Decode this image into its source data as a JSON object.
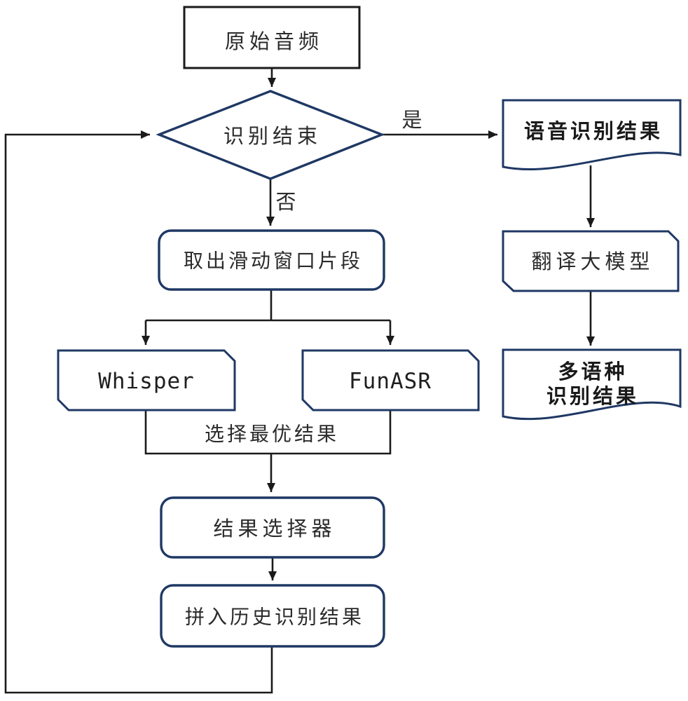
{
  "diagram": {
    "type": "flowchart",
    "nodes": {
      "original_audio": "原始音频",
      "recognition_end": "识别结束",
      "speech_result": "语音识别结果",
      "translation_model": "翻译大模型",
      "multilingual_line1": "多语种",
      "multilingual_line2": "识别结果",
      "extract_window": "取出滑动窗口片段",
      "whisper": "Whisper",
      "funasr": "FunASR",
      "result_selector": "结果选择器",
      "append_history": "拼入历史识别结果"
    },
    "edge_labels": {
      "yes": "是",
      "no": "否",
      "select_best": "选择最优结果"
    }
  },
  "colors": {
    "node_border": "#1f3864",
    "start_border": "#1a1a1a",
    "edge": "#1a1a1a",
    "text": "#2b2b2b",
    "bg": "#ffffff"
  }
}
